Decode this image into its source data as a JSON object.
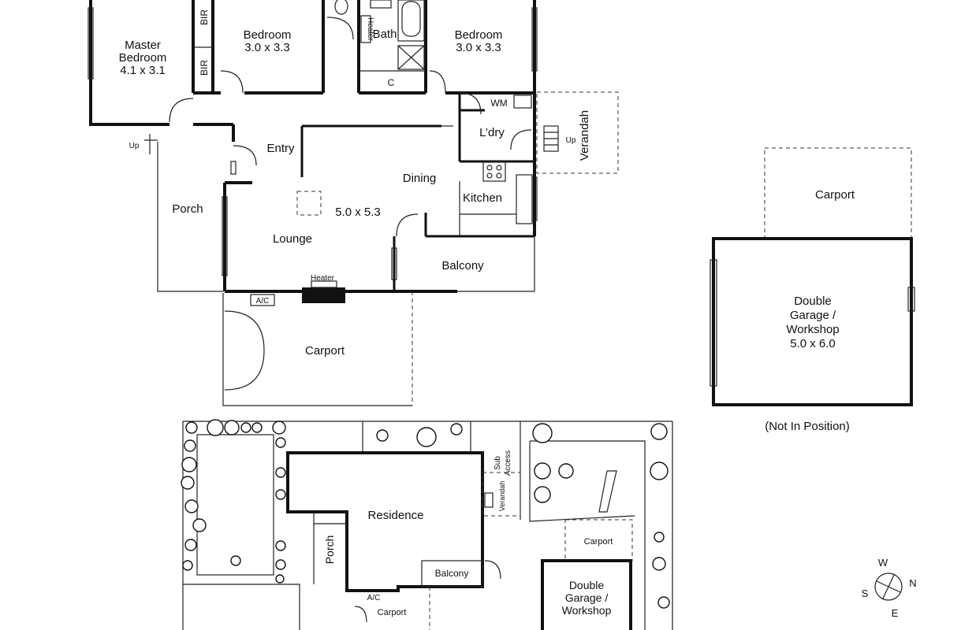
{
  "rooms": {
    "master": {
      "name": "Master",
      "name2": "Bedroom",
      "size": "4.1 x 3.1"
    },
    "bedroom1": {
      "name": "Bedroom",
      "size": "3.0 x 3.3"
    },
    "bedroom2": {
      "name": "Bedroom",
      "size": "3.0 x 3.3"
    },
    "bath": "Bath",
    "heater_bath": "Heater",
    "bir": "BIR",
    "cupboard": "C",
    "wm": "WM",
    "laundry": "L’dry",
    "verandah": "Verandah",
    "up": "Up",
    "entry": "Entry",
    "dining": "Dining",
    "kitchen": "Kitchen",
    "porch": "Porch",
    "lounge": "Lounge",
    "lounge_size": "5.0 x 5.3",
    "balcony": "Balcony",
    "heater": "Heater",
    "ac": "A/C",
    "carport": "Carport",
    "carport2": "Carport"
  },
  "garage": {
    "line1": "Double",
    "line2": "Garage /",
    "line3": "Workshop",
    "size": "5.0 x 6.0",
    "note": "(Not In Position)"
  },
  "site": {
    "residence": "Residence",
    "porch": "Porch",
    "balcony": "Balcony",
    "ac": "A/C",
    "carport": "Carport",
    "carport_top": "Carport",
    "verandah": "Verandah",
    "sub": "Sub",
    "access": "Access",
    "garage_l1": "Double",
    "garage_l2": "Garage /",
    "garage_l3": "Workshop"
  },
  "compass": {
    "w": "W",
    "n": "N",
    "s": "S",
    "e": "E"
  }
}
